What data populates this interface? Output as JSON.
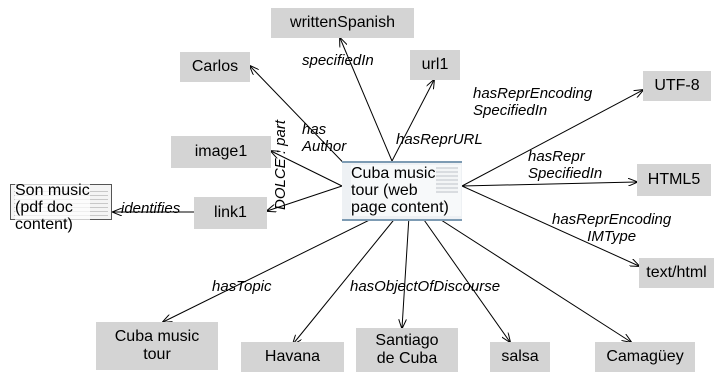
{
  "nodes": {
    "writtenSpanish": "writtenSpanish",
    "carlos": "Carlos",
    "url1": "url1",
    "utf8": "UTF-8",
    "image1": "image1",
    "html5": "HTML5",
    "link1": "link1",
    "son_music": "Son music\n(pdf doc\ncontent)",
    "center": "Cuba music\ntour (web\npage content)",
    "text_html": "text/html",
    "cuba_music_tour": "Cuba music\ntour",
    "havana": "Havana",
    "santiago": "Santiago\nde Cuba",
    "salsa": "salsa",
    "camaguey": "Camagüey"
  },
  "edges": {
    "specifiedIn": "specifiedIn",
    "hasAuthor": "has\nAuthor",
    "hasReprURL": "hasReprURL",
    "hasReprEncodingSpecifiedIn": "hasReprEncoding\nSpecifiedIn",
    "hasReprSpecifiedIn": "hasRepr\nSpecifiedIn",
    "hasReprEncodingIMType": "hasReprEncoding\nIMType",
    "dolcePart": "DOLCE : part",
    "identifies": "identifies",
    "hasTopic": "hasTopic",
    "hasObjectOfDiscourse": "hasObjectOfDiscourse"
  }
}
